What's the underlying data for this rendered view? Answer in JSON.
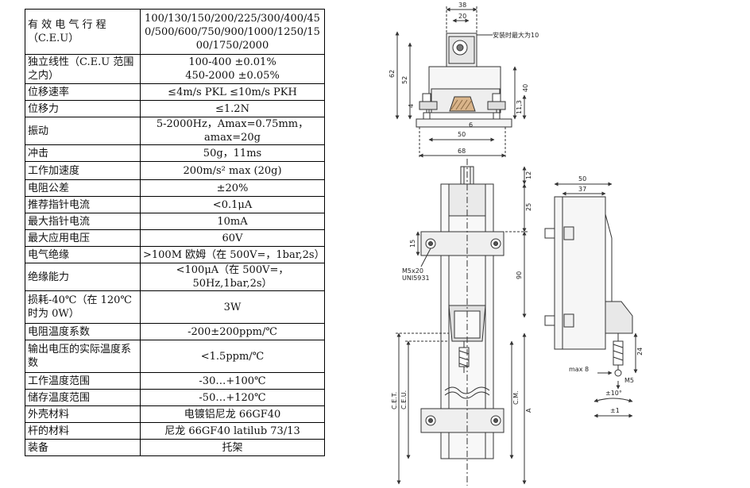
{
  "spec_table": {
    "rows": [
      {
        "key": "有 效 电 气 行 程\n（C.E.U）",
        "value": "100/130/150/200/225/300/400/450/500/600/750/900/1000/1250/1500/1750/2000",
        "h": 57
      },
      {
        "key": "独立线性（C.E.U 范围之内）",
        "value": "100-400 ±0.01%\n450-2000 ±0.05%",
        "h": 37
      },
      {
        "key": "位移速率",
        "value": "≤4m/s PKL ≤10m/s PKH",
        "h": 21
      },
      {
        "key": "位移力",
        "value": "≤1.2N",
        "h": 21
      },
      {
        "key": "振动",
        "value": "5-2000Hz，Amax=0.75mm，amax=20g",
        "h": 21
      },
      {
        "key": "冲击",
        "value": "50g，11ms",
        "h": 21
      },
      {
        "key": "工作加速度",
        "value": "200m/s² max (20g)",
        "h": 23
      },
      {
        "key": "电阻公差",
        "value": "±20%",
        "h": 21
      },
      {
        "key": "推荐指针电流",
        "value": "<0.1μA",
        "h": 21
      },
      {
        "key": "最大指针电流",
        "value": "10mA",
        "h": 21
      },
      {
        "key": "最大应用电压",
        "value": "60V",
        "h": 21
      },
      {
        "key": "电气绝缘",
        "value": ">100M 欧姆（在 500V=，1bar,2s）",
        "h": 21
      },
      {
        "key": "绝缘能力",
        "value": "<100μA（在 500V=，50Hz,1bar,2s）",
        "h": 21
      },
      {
        "key": "损耗-40℃（在 120℃时为 0W）",
        "value": "3W",
        "h": 41
      },
      {
        "key": "电阻温度系数",
        "value": "-200±200ppm/℃",
        "h": 21
      },
      {
        "key": "输出电压的实际温度系数",
        "value": "<1.5ppm/℃",
        "h": 41
      },
      {
        "key": "工作温度范围",
        "value": "-30…+100℃",
        "h": 21
      },
      {
        "key": "储存温度范围",
        "value": "-50…+120℃",
        "h": 21
      },
      {
        "key": "外壳材料",
        "value": "电镀铝尼龙 66GF40",
        "h": 21
      },
      {
        "key": "杆的材料",
        "value": "尼龙 66GF40 latilub 73/13",
        "h": 21
      },
      {
        "key": "装备",
        "value": "托架",
        "h": 21
      }
    ]
  },
  "drawing": {
    "top_view": {
      "dim_38": "38",
      "dim_20": "20",
      "note": "安装时最大为10",
      "dim_62": "62",
      "dim_52": "52",
      "dim_40": "40",
      "dim_11_3": "11,3",
      "dim_4": "4",
      "dim_6": "6",
      "dim_50": "50",
      "dim_68": "68"
    },
    "front_view": {
      "dim_12": "12",
      "dim_25": "25",
      "dim_15": "15",
      "label_m5x20": "M5x20",
      "label_uni5931": "UNI5931",
      "dim_90": "90",
      "dim_A": "A",
      "label_cet": "C.E.T.",
      "label_ceu": "C.E.U.",
      "label_cm": "C.M."
    },
    "side_view": {
      "dim_50": "50",
      "dim_37": "37",
      "dim_24": "24",
      "dim_max8": "max 8",
      "dim_m5": "M5",
      "angle_10": "±10°",
      "angle_1": "±1"
    }
  }
}
